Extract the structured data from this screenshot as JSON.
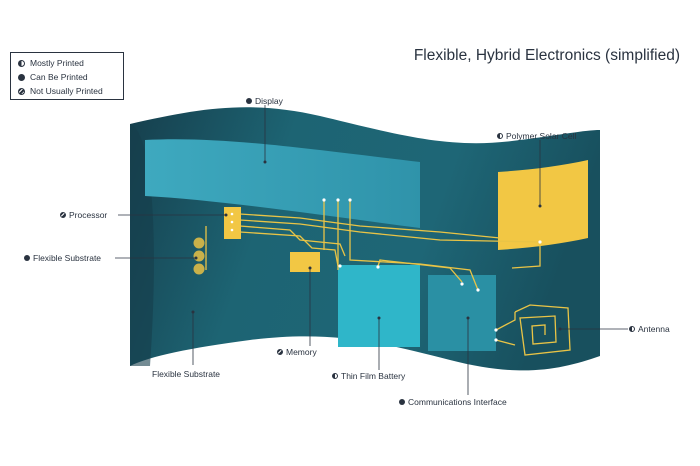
{
  "title": "Flexible, Hybrid Electronics (simplified)",
  "legend": {
    "items": [
      {
        "label": "Mostly Printed",
        "marker": "half-filled-circle"
      },
      {
        "label": "Can Be Printed",
        "marker": "filled-circle"
      },
      {
        "label": "Not Usually Printed",
        "marker": "hatched-circle"
      }
    ]
  },
  "labels": {
    "display": "Display",
    "polymer_solar_cell": "Polymer Solar Cell",
    "processor": "Processor",
    "flexible_substrate_left": "Flexible Substrate",
    "flexible_substrate_bottom": "Flexible Substrate",
    "memory": "Memory",
    "thin_film_battery": "Thin Film Battery",
    "communications_interface": "Communications Interface",
    "antenna": "Antenna"
  },
  "colors": {
    "substrate": "#1c5e6c",
    "substrate_dark": "#184f5c",
    "display": "#3aa6bc",
    "battery": "#2fb5c8",
    "comms": "#2a8fa3",
    "solar": "#f2c744",
    "traces": "#e9c446",
    "text": "#2a3340"
  }
}
